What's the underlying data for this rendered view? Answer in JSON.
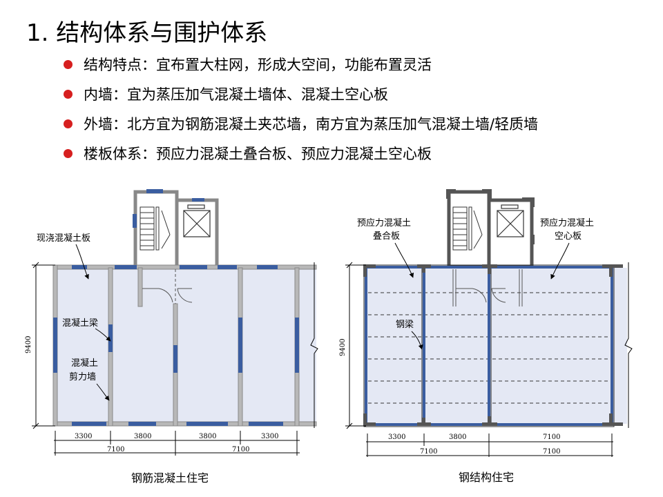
{
  "title": "1. 结构体系与围护体系",
  "bullets": [
    "结构特点：宜布置大柱网，形成大空间，功能布置灵活",
    "内墙：宜为蒸压加气混凝土墙体、混凝土空心板",
    "外墙：北方宜为钢筋混凝土夹芯墙，南方宜为蒸压加气混凝土墙/轻质墙",
    "楼板体系：预应力混凝土叠合板、预应力混凝土空心板"
  ],
  "colors": {
    "bullet": "#d61f1f",
    "floor": "#e4e8f4",
    "wall_blue": "#3a5da0",
    "wall_gray": "#b8b8b8",
    "steel": "#555555"
  },
  "left_plan": {
    "caption": "钢筋混凝土住宅",
    "annotations": {
      "slab": "现浇混凝土板",
      "beam": "混凝土梁",
      "shear_wall_1": "混凝土",
      "shear_wall_2": "剪力墙"
    },
    "dim_height": "9400",
    "dims_row1": [
      "3300",
      "3800",
      "3800",
      "3300"
    ],
    "dims_row2": [
      "7100",
      "7100"
    ]
  },
  "right_plan": {
    "caption": "钢结构住宅",
    "annotations": {
      "composite_1": "预应力混凝土",
      "composite_2": "叠合板",
      "hollow_1": "预应力混凝土",
      "hollow_2": "空心板",
      "steel_beam": "钢梁"
    },
    "dim_height": "9400",
    "dims_row1": [
      "3300",
      "3800",
      "7100"
    ],
    "dims_row2": [
      "7100",
      "7100"
    ]
  }
}
